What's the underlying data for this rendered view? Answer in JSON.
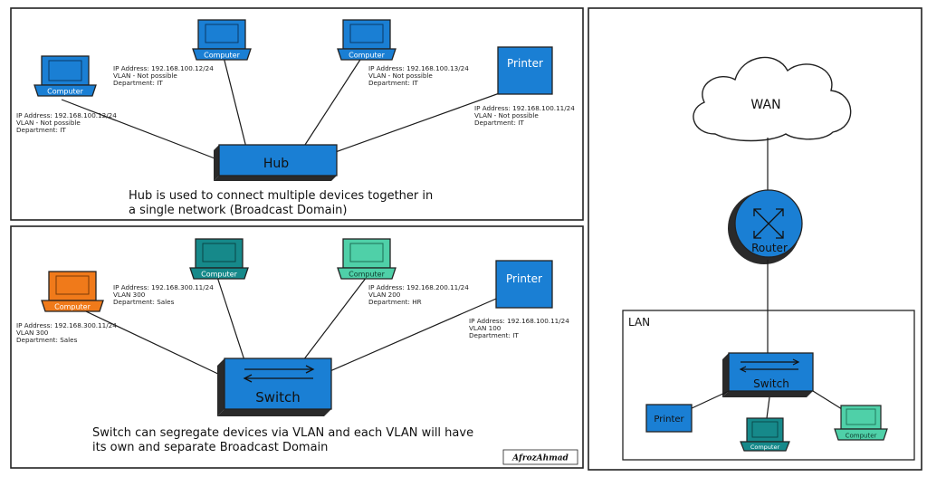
{
  "colors": {
    "blue": "#1a7fd4",
    "blue_dark": "#0d5ea8",
    "teal": "#16898a",
    "teal_light": "#4fd0a8",
    "orange": "#f07a1a",
    "shadow": "#222222"
  },
  "hub_panel": {
    "device_label": "Hub",
    "caption_line1": "Hub is used to connect multiple devices together in",
    "caption_line2": "a single network (Broadcast Domain)",
    "devices": [
      {
        "label": "Computer",
        "info": [
          "IP Address: 192.168.100.12/24",
          "VLAN - Not possible",
          "Department: IT"
        ]
      },
      {
        "label": "Computer",
        "info": [
          "IP Address: 192.168.100.12/24",
          "VLAN - Not possible",
          "Department: IT"
        ]
      },
      {
        "label": "Computer",
        "info": [
          "IP Address: 192.168.100.13/24",
          "VLAN - Not possible",
          "Department: IT"
        ]
      },
      {
        "label": "Printer",
        "info": [
          "IP Address: 192.168.100.11/24",
          "VLAN - Not possible",
          "Department: IT"
        ]
      }
    ]
  },
  "switch_panel": {
    "device_label": "Switch",
    "caption_line1": "Switch can segregate devices via VLAN and each VLAN will have",
    "caption_line2": "its own and separate Broadcast Domain",
    "signature": "AfrozAhmad",
    "devices": [
      {
        "label": "Computer",
        "info": [
          "IP Address: 192.168.300.11/24",
          "VLAN 300",
          "Department: Sales"
        ]
      },
      {
        "label": "Computer",
        "info": [
          "IP Address: 192.168.300.11/24",
          "VLAN 300",
          "Department: Sales"
        ]
      },
      {
        "label": "Computer",
        "info": [
          "IP Address: 192.168.200.11/24",
          "VLAN 200",
          "Department: HR"
        ]
      },
      {
        "label": "Printer",
        "info": [
          "IP Address: 192.168.100.11/24",
          "VLAN 100",
          "Department: IT"
        ]
      }
    ]
  },
  "network_panel": {
    "wan_label": "WAN",
    "router_label": "Router",
    "lan_label": "LAN",
    "switch_label": "Switch",
    "printer_label": "Printer",
    "computer_label_1": "Computer",
    "computer_label_2": "Computer"
  }
}
